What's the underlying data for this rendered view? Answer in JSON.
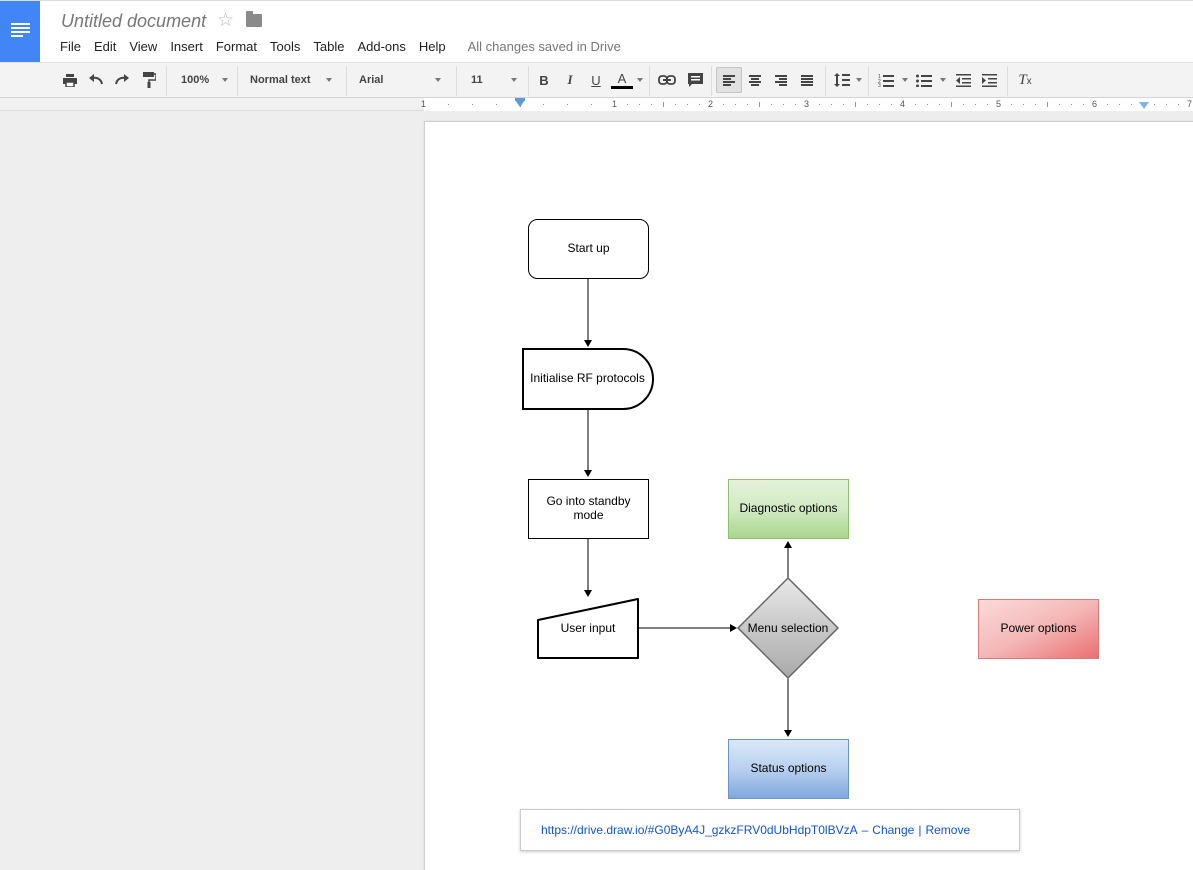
{
  "header": {
    "title": "Untitled document",
    "menu": [
      "File",
      "Edit",
      "View",
      "Insert",
      "Format",
      "Tools",
      "Table",
      "Add-ons",
      "Help"
    ],
    "save_status": "All changes saved in Drive"
  },
  "toolbar": {
    "zoom": "100%",
    "style": "Normal text",
    "font": "Arial",
    "font_size": "11",
    "bold": "B",
    "italic": "I",
    "underline": "U",
    "text_color": "A",
    "text_color_value": "#000000"
  },
  "ruler": {
    "numbers": [
      "1",
      "1",
      "2",
      "3",
      "4",
      "5",
      "6",
      "7"
    ]
  },
  "diagram": {
    "start": "Start up",
    "init": "Initialise RF protocols",
    "standby_line1": "Go into standby",
    "standby_line2": "mode",
    "user_input": "User input",
    "menu": "Menu selection",
    "diagnostic": "Diagnostic options",
    "status": "Status options",
    "power": "Power options",
    "colors": {
      "diagnostic": "#c9e5b6",
      "status": "#9fbfe8",
      "power": "#f4b6b6",
      "menu": "#c4c4c4"
    }
  },
  "link_bubble": {
    "url": "https://drive.draw.io/#G0ByA4J_gzkzFRV0dUbHdpT0lBVzA",
    "dash": "–",
    "change": "Change",
    "pipe": "|",
    "remove": "Remove"
  }
}
